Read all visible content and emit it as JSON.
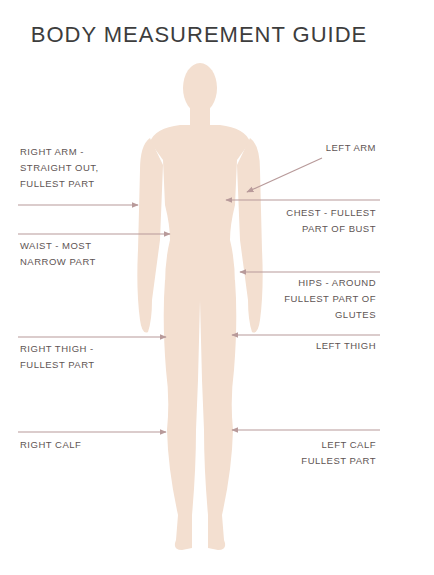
{
  "diagram": {
    "title": "BODY MEASUREMENT GUIDE",
    "labels": [
      "RIGHT ARM - STRAIGHT OUT, FULLEST PART",
      "LEFT ARM",
      "CHEST - FULLEST PART OF BUST",
      "WAIST - MOST NARROW PART",
      "HIPS - AROUND FULLEST PART OF GLUTES",
      "RIGHT THIGH - FULLEST PART",
      "LEFT THIGH",
      "RIGHT CALF",
      "LEFT CALF FULLEST PART"
    ]
  }
}
